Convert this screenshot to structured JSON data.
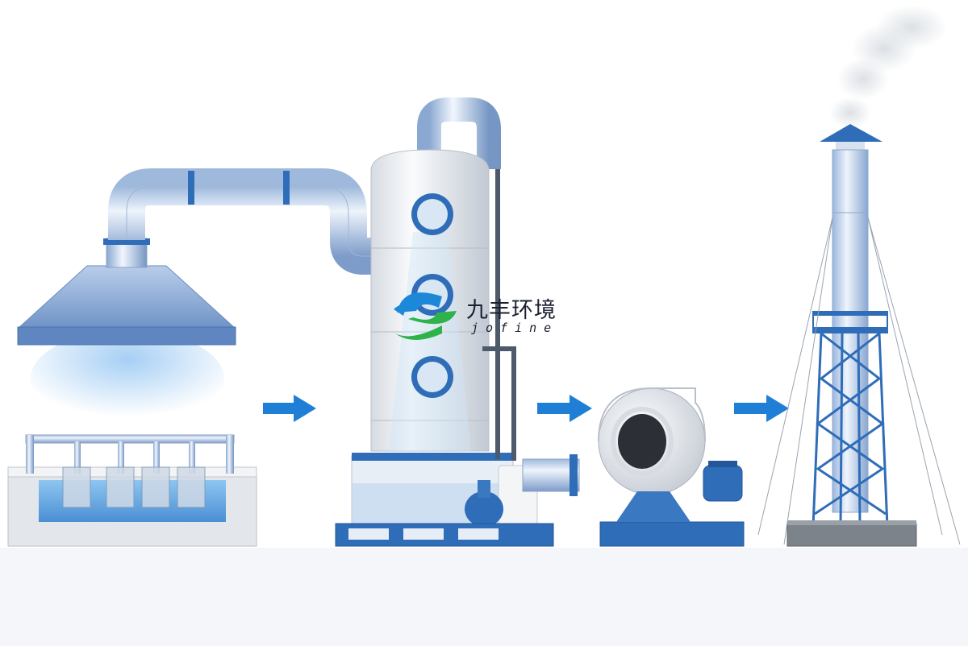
{
  "brand": {
    "name": "九丰环境",
    "subname": "jofine",
    "logo_colors": [
      "#1e88d8",
      "#2eb34a"
    ]
  },
  "stages": [
    {
      "id": "source-tank",
      "name": "source-tank"
    },
    {
      "id": "fume-hood",
      "name": "fume-hood"
    },
    {
      "id": "scrubber-tower",
      "name": "scrubber-tower"
    },
    {
      "id": "centrifugal-fan",
      "name": "centrifugal-fan"
    },
    {
      "id": "exhaust-stack",
      "name": "exhaust-stack"
    }
  ],
  "flow_arrows": 3,
  "colors": {
    "accent": "#1f7fd6",
    "steel": "#2f6db8",
    "pipe": "#c9daf0",
    "water": "#4fa3ea"
  }
}
